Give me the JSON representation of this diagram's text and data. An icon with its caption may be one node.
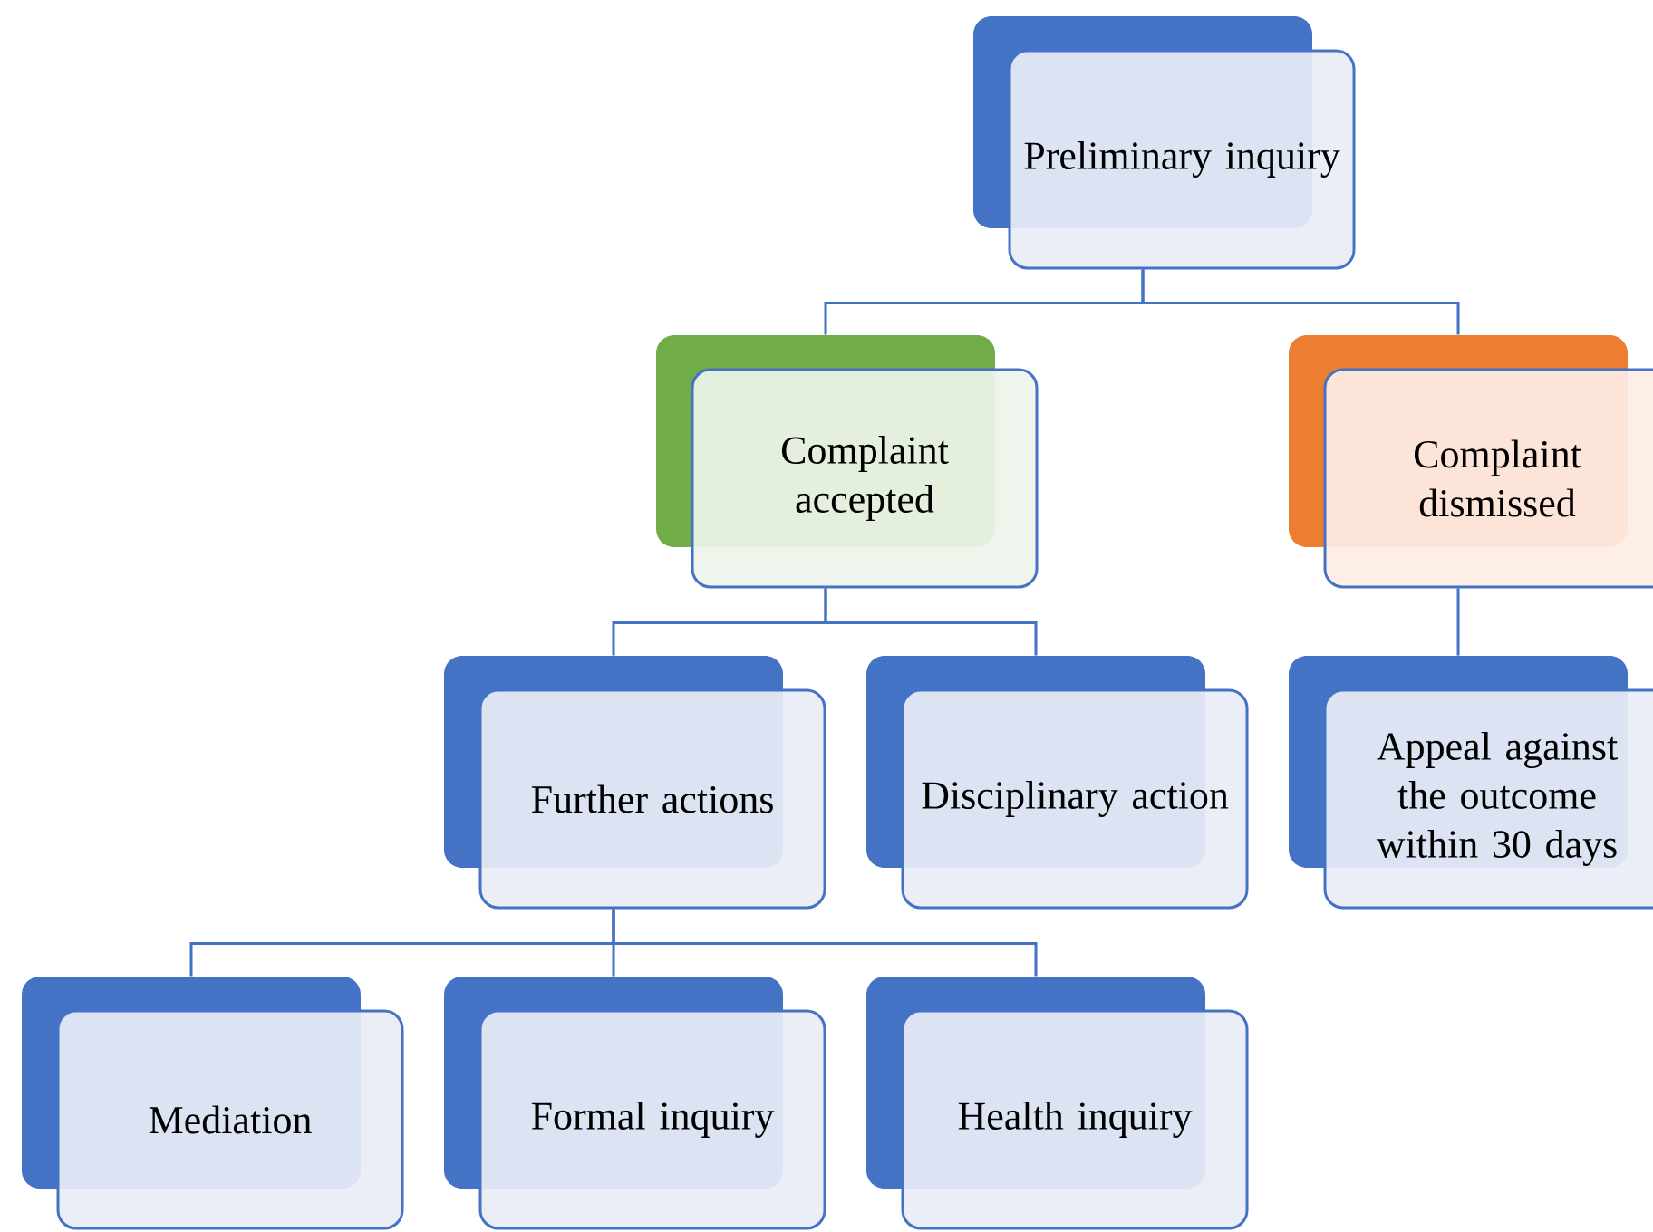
{
  "diagram": {
    "nodes": [
      {
        "text": [
          "Preliminary inquiry"
        ]
      },
      {
        "text": [
          "Complaint accepted"
        ]
      },
      {
        "text": [
          "Complaint dismissed"
        ]
      },
      {
        "text": [
          "Further actions"
        ]
      },
      {
        "text": [
          "Disciplinary action"
        ]
      },
      {
        "text": [
          "Appeal against the outcome within 30 days"
        ]
      },
      {
        "text": [
          "Mediation"
        ]
      },
      {
        "text": [
          "Formal inquiry"
        ]
      },
      {
        "text": [
          "Health inquiry"
        ]
      }
    ],
    "edges": [
      {
        "from": 0,
        "to": 1,
        "arrow": "none"
      },
      {
        "from": 0,
        "to": 2,
        "arrow": "none"
      },
      {
        "from": 1,
        "to": 3,
        "arrow": "none"
      },
      {
        "from": 1,
        "to": 4,
        "arrow": "none"
      },
      {
        "from": 2,
        "to": 5,
        "arrow": "none"
      },
      {
        "from": 3,
        "to": 6,
        "arrow": "none"
      },
      {
        "from": 3,
        "to": 7,
        "arrow": "none"
      },
      {
        "from": 3,
        "to": 8,
        "arrow": "none"
      }
    ]
  }
}
